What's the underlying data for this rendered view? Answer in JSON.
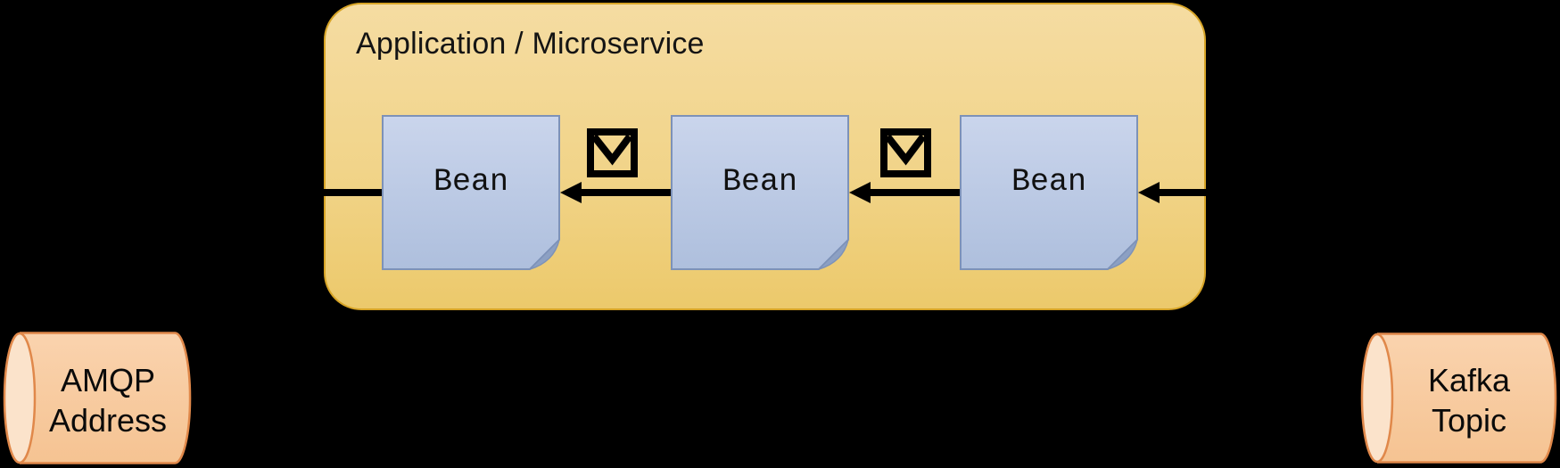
{
  "diagram": {
    "application": {
      "title": "Application / Microservice",
      "beans": [
        {
          "label": "Bean"
        },
        {
          "label": "Bean"
        },
        {
          "label": "Bean"
        }
      ]
    },
    "message_icons": [
      {
        "name": "message-envelope-icon"
      },
      {
        "name": "message-envelope-icon"
      }
    ],
    "endpoints": {
      "amqp": {
        "line1": "AMQP",
        "line2": "Address"
      },
      "kafka": {
        "line1": "Kafka",
        "line2": "Topic"
      }
    },
    "flow_direction": "right-to-left",
    "colors": {
      "background": "#000000",
      "application_fill_top": "#F5DCA2",
      "application_fill_bottom": "#ECC96B",
      "application_border": "#D7A426",
      "bean_fill_top": "#CAD5EC",
      "bean_fill_bottom": "#AEBFDD",
      "bean_border": "#7D92B8",
      "bean_fold": "#8CA0C3",
      "cylinder_fill": "#F8CBA0",
      "cylinder_cap": "#FBE3CB",
      "cylinder_border": "#E0884A",
      "connector": "#000000",
      "text": "#111111"
    }
  }
}
